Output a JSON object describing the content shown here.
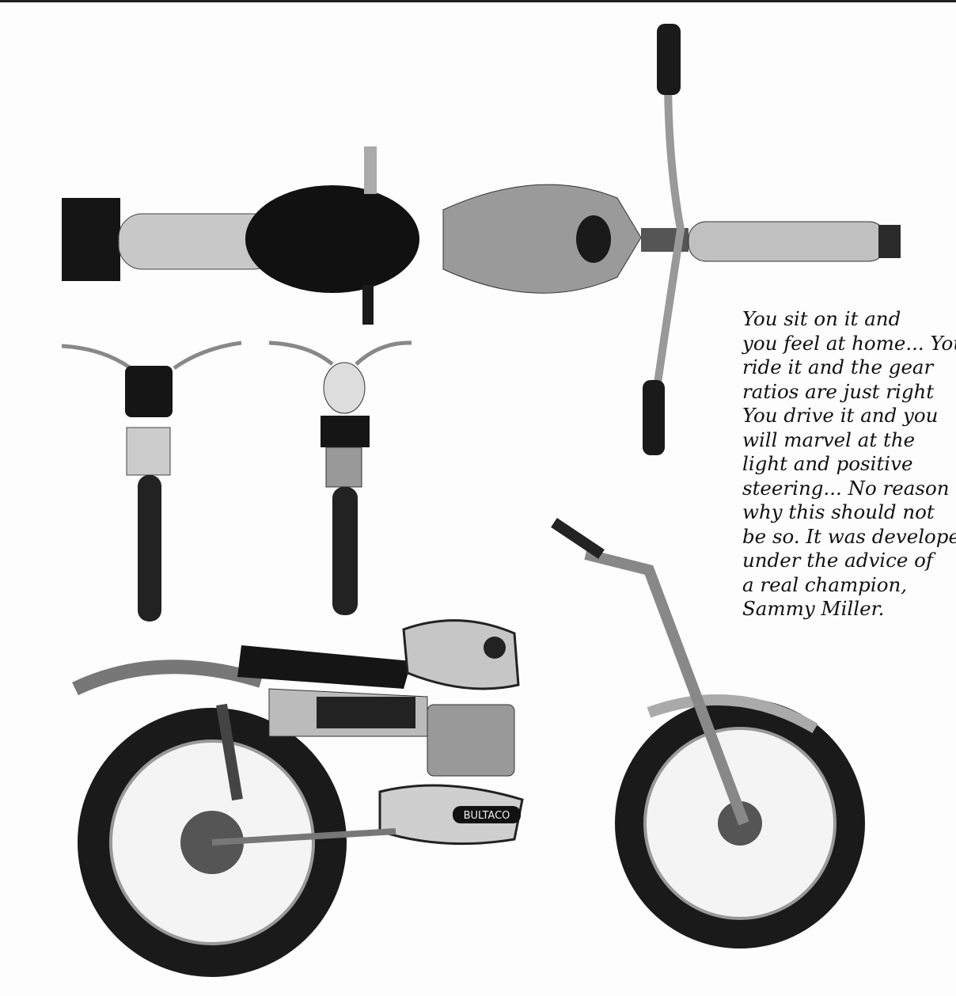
{
  "caption": {
    "lines": [
      "You sit on it and",
      "you feel at home... You",
      "ride it and the gear",
      "ratios are just right",
      "You drive it and you",
      "will marvel at the",
      "light and positive",
      "steering... No reason",
      "why this should not",
      "be so. It was developed",
      "under the advice of",
      "a real champion,",
      "Sammy Miller."
    ]
  },
  "engine_badge": "BULTACO",
  "colors": {
    "ink": "#111111",
    "paper": "#fdfdfd",
    "chrome": "#b8b8b8"
  }
}
